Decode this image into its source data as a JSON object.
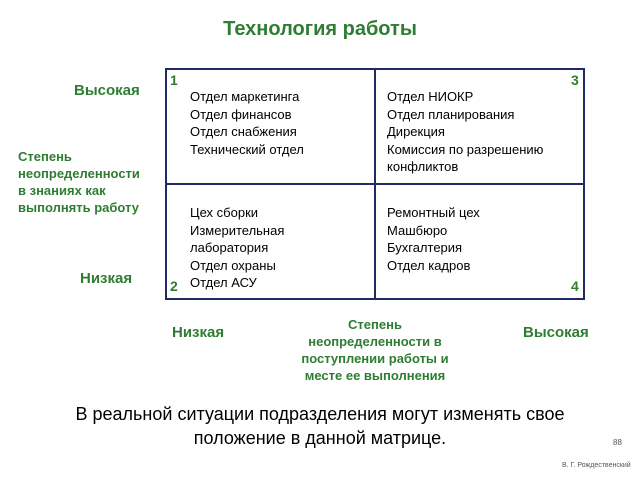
{
  "title": "Технология работы",
  "y_axis": {
    "high": "Высокая",
    "low": "Низкая",
    "label_lines": [
      "Степень",
      "неопределенности",
      "в знаниях как",
      "выполнять работу"
    ]
  },
  "x_axis": {
    "low": "Низкая",
    "high": "Высокая",
    "label_lines": [
      "Степень",
      "неопределенности в",
      "поступлении работы и",
      "месте ее выполнения"
    ]
  },
  "quadrants": [
    {
      "number": "1",
      "items": [
        "Отдел маркетинга",
        "Отдел финансов",
        "Отдел снабжения",
        "Технический отдел"
      ]
    },
    {
      "number": "3",
      "items": [
        "Отдел НИОКР",
        "Отдел планирования",
        "Дирекция",
        "Комиссия по разрешению",
        "конфликтов"
      ]
    },
    {
      "number": "2",
      "items": [
        "Цех сборки",
        "Измерительная",
        "лаборатория",
        "Отдел охраны",
        "Отдел АСУ"
      ]
    },
    {
      "number": "4",
      "items": [
        "Ремонтный цех",
        "Машбюро",
        "Бухгалтерия",
        "Отдел кадров"
      ]
    }
  ],
  "note_lines": [
    "В реальной ситуации подразделения могут изменять свое",
    "положение в данной матрице."
  ],
  "page_number": "88",
  "author": "В. Г. Рождественский",
  "colors": {
    "heading": "#2e7d32",
    "grid": "#1f2a66"
  }
}
